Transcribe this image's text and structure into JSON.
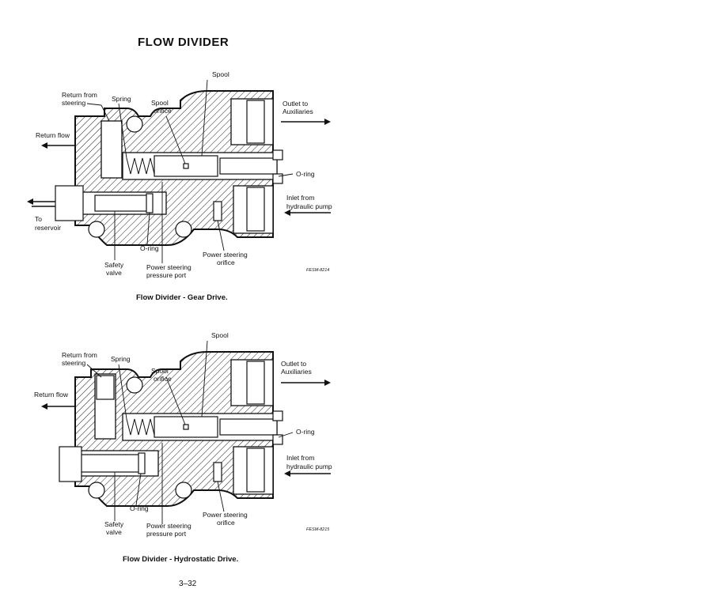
{
  "page": {
    "title": "FLOW DIVIDER",
    "page_number": "3–32"
  },
  "diagrams": [
    {
      "caption": "Flow Divider - Gear Drive.",
      "code": "FESM-8214",
      "labels": {
        "spool": "Spool",
        "return_from_steering_1": "Return from",
        "return_from_steering_2": "steering",
        "spring": "Spring",
        "spool_orifice_1": "Spool",
        "spool_orifice_2": "orifice",
        "outlet_1": "Outlet to",
        "outlet_2": "Auxiliaries",
        "return_flow": "Return flow",
        "o_ring_right": "O-ring",
        "inlet_1": "Inlet from",
        "inlet_2": "hydraulic pump",
        "to_reservoir_1": "To",
        "to_reservoir_2": "reservoir",
        "o_ring_bottom": "O-ring",
        "power_steering_orifice_1": "Power steering",
        "power_steering_orifice_2": "orifice",
        "safety_valve_1": "Safety",
        "safety_valve_2": "valve",
        "power_steering_port_1": "Power steering",
        "power_steering_port_2": "pressure port"
      }
    },
    {
      "caption": "Flow Divider - Hydrostatic Drive.",
      "code": "FESM-8215",
      "labels": {
        "spool": "Spool",
        "return_from_steering_1": "Return from",
        "return_from_steering_2": "steering",
        "spring": "Spring",
        "spool_orifice_1": "Spool",
        "spool_orifice_2": "orifice",
        "outlet_1": "Outlet to",
        "outlet_2": "Auxiliaries",
        "return_flow": "Return flow",
        "o_ring_right": "O-ring",
        "inlet_1": "Inlet from",
        "inlet_2": "hydraulic pump",
        "o_ring_bottom": "O-ring",
        "power_steering_orifice_1": "Power steering",
        "power_steering_orifice_2": "orifice",
        "safety_valve_1": "Safety",
        "safety_valve_2": "valve",
        "power_steering_port_1": "Power steering",
        "power_steering_port_2": "pressure port"
      }
    }
  ]
}
